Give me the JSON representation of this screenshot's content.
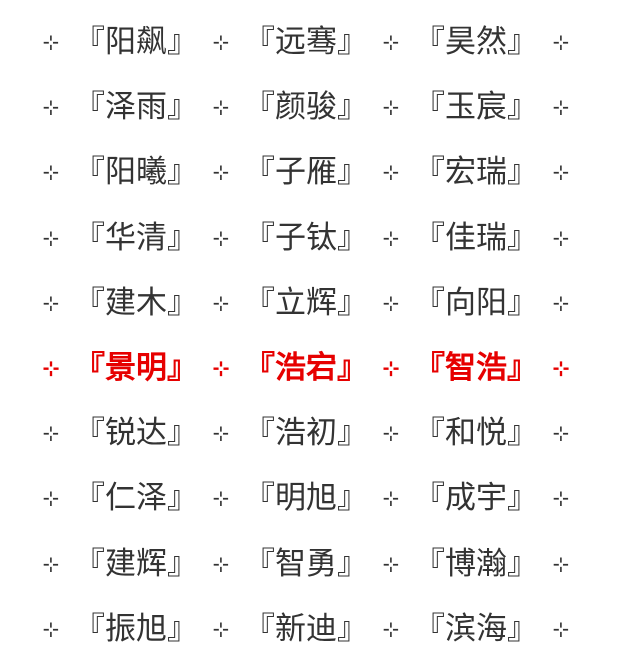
{
  "separator": "⊹",
  "colors": {
    "text": "#333333",
    "highlight": "#e60000"
  },
  "rows": [
    {
      "names": [
        "『阳飙』",
        "『远骞』",
        "『昊然』"
      ],
      "highlighted": false
    },
    {
      "names": [
        "『泽雨』",
        "『颜骏』",
        "『玉宸』"
      ],
      "highlighted": false
    },
    {
      "names": [
        "『阳曦』",
        "『子雁』",
        "『宏瑞』"
      ],
      "highlighted": false
    },
    {
      "names": [
        "『华清』",
        "『子钛』",
        "『佳瑞』"
      ],
      "highlighted": false
    },
    {
      "names": [
        "『建木』",
        "『立辉』",
        "『向阳』"
      ],
      "highlighted": false
    },
    {
      "names": [
        "『景明』",
        "『浩宕』",
        "『智浩』"
      ],
      "highlighted": true
    },
    {
      "names": [
        "『锐达』",
        "『浩初』",
        "『和悦』"
      ],
      "highlighted": false
    },
    {
      "names": [
        "『仁泽』",
        "『明旭』",
        "『成宇』"
      ],
      "highlighted": false
    },
    {
      "names": [
        "『建辉』",
        "『智勇』",
        "『博瀚』"
      ],
      "highlighted": false
    },
    {
      "names": [
        "『振旭』",
        "『新迪』",
        "『滨海』"
      ],
      "highlighted": false
    }
  ]
}
